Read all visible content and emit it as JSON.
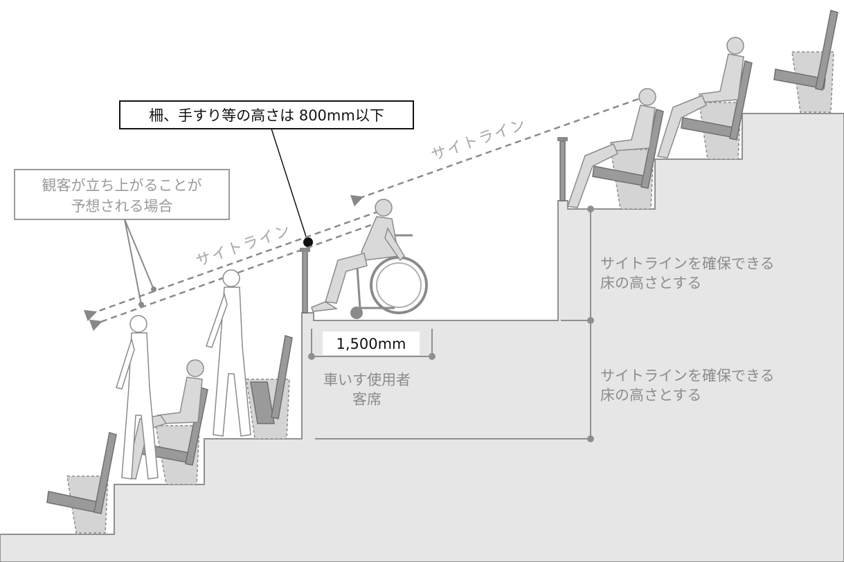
{
  "callouts": {
    "railing_height": "柵、手すり等の高さは 800mm以下",
    "standing_line1": "観客が立ち上がることが",
    "standing_line2": "予想される場合"
  },
  "sightline_label": "サイトライン",
  "dimension": {
    "wheelchair_space": "1,500mm"
  },
  "labels": {
    "wheelchair_seat_line1": "車いす使用者",
    "wheelchair_seat_line2": "客席",
    "floor_height_upper_line1": "サイトラインを確保できる",
    "floor_height_upper_line2": "床の高さとする",
    "floor_height_lower_line1": "サイトラインを確保できる",
    "floor_height_lower_line2": "床の高さとする"
  },
  "colors": {
    "floor_fill": "#e6e6e6",
    "outline": "#8f8f8f",
    "seat_dark": "#9a9a9a",
    "seat_light": "#d4d4d4",
    "person_fill": "#d9d9d9",
    "dashed": "#8a8a8a"
  }
}
